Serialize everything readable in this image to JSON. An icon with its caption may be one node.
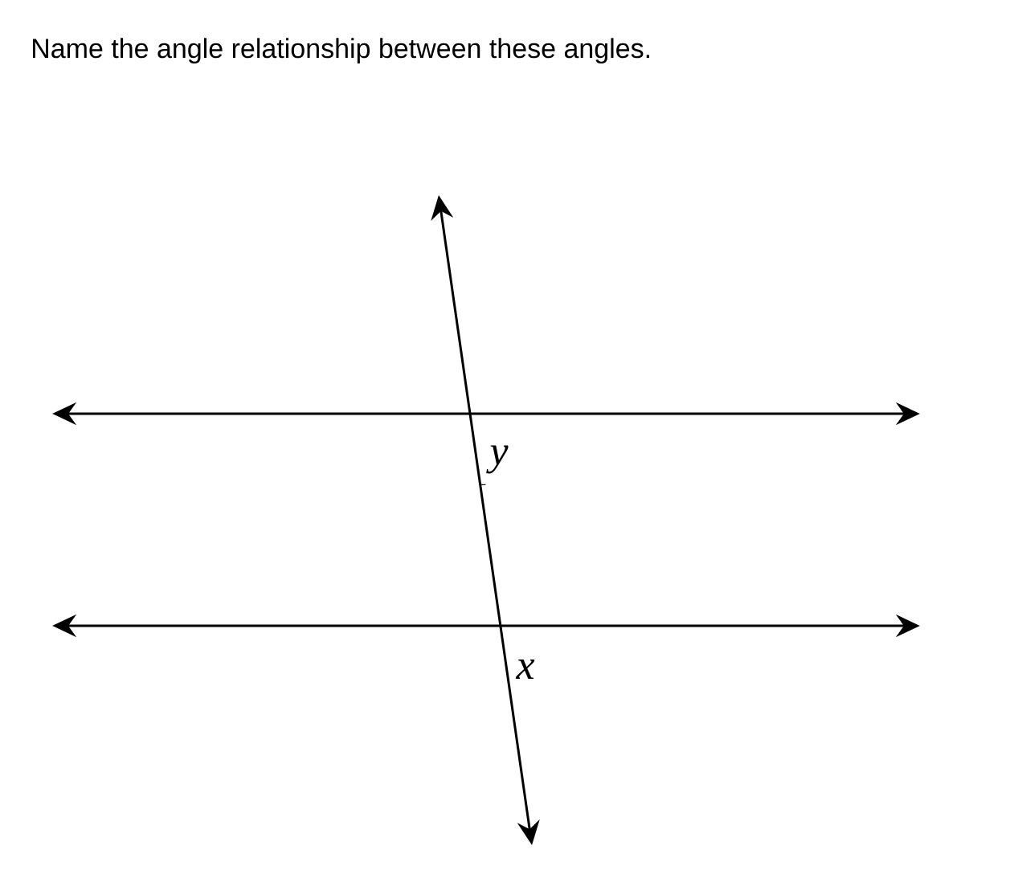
{
  "diagram": {
    "title": "Name the angle relationship between these angles.",
    "labels": [
      "y",
      "x"
    ]
  }
}
